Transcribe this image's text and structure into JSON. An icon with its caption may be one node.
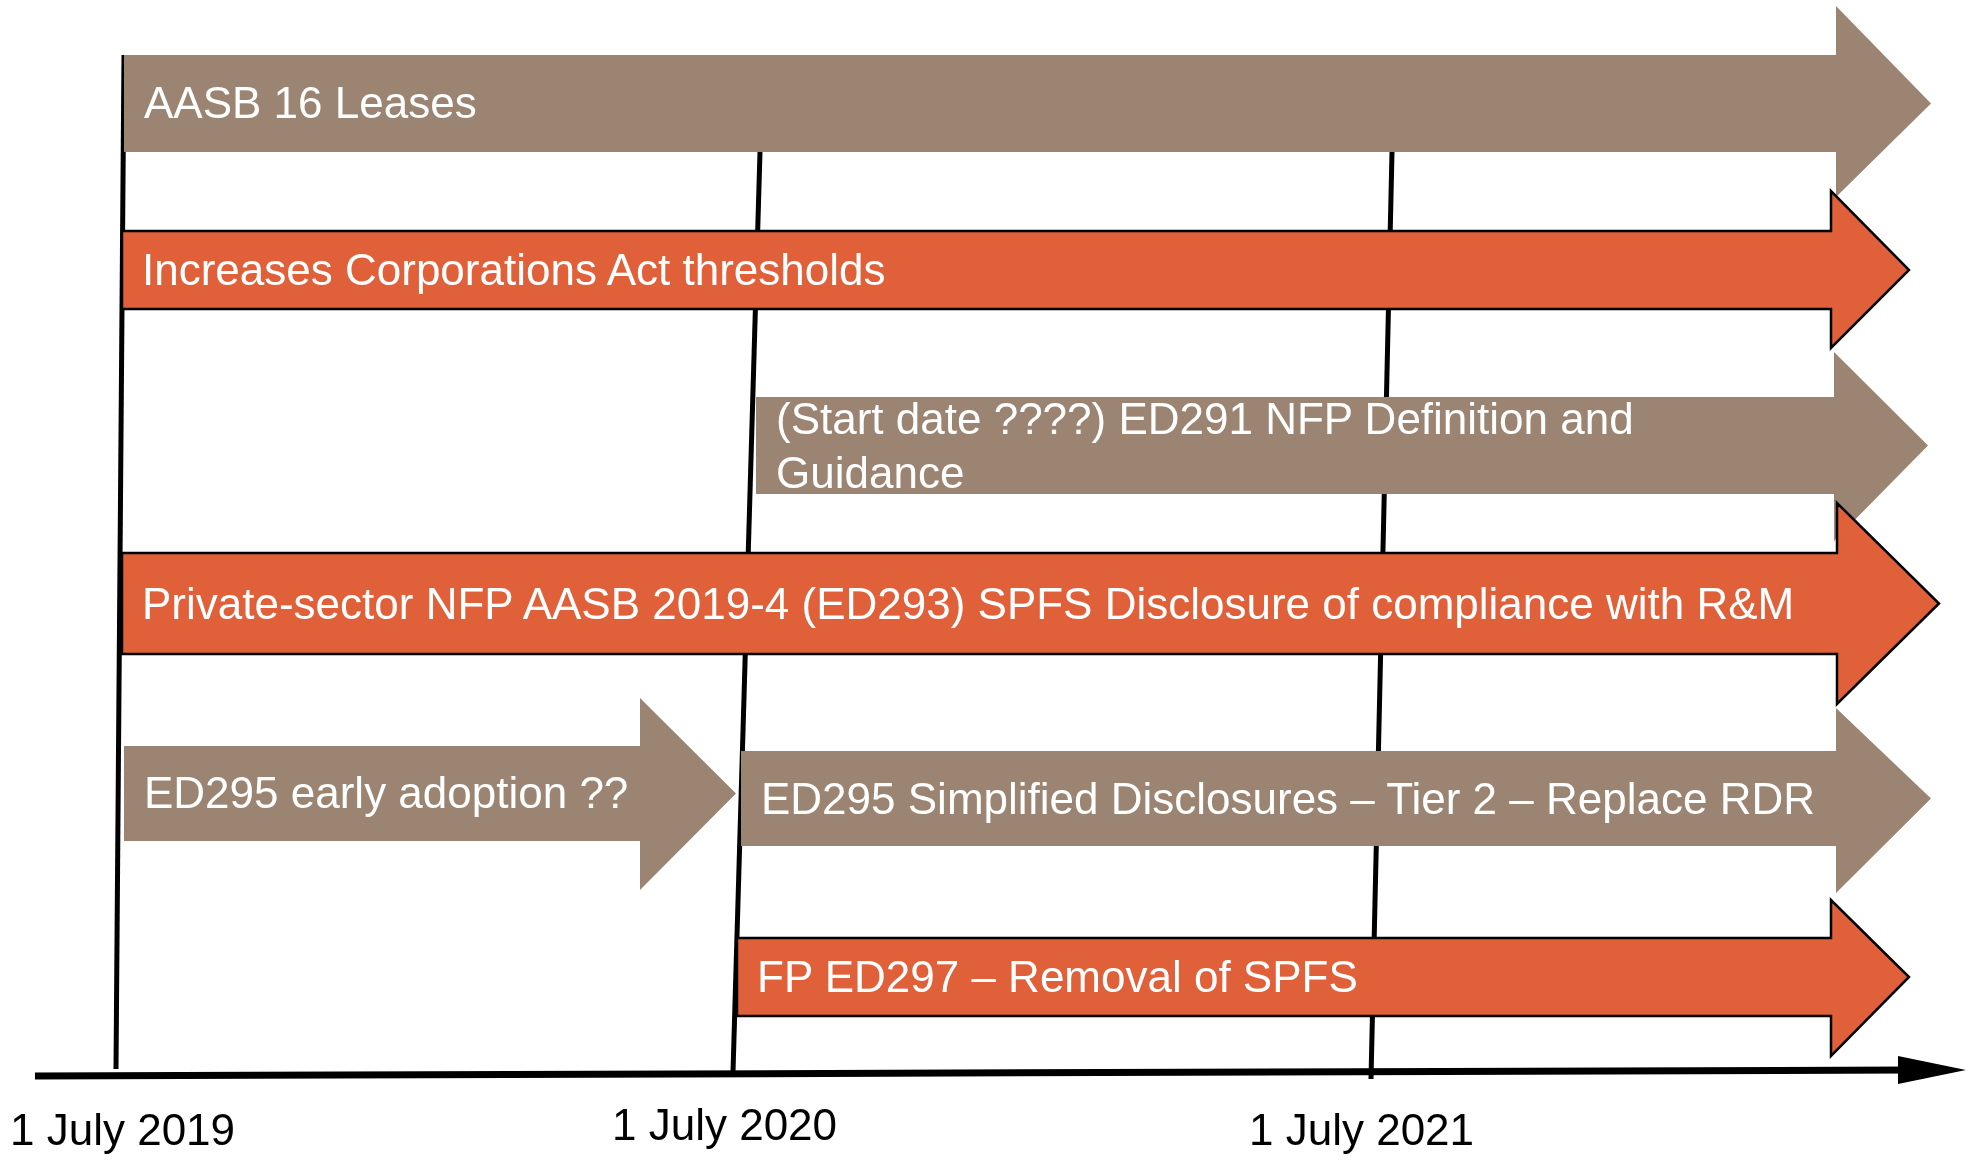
{
  "diagram": {
    "nodes": [
      {
        "text": [
          "AASB 16 Leases"
        ]
      },
      {
        "text": [
          "Increases Corporations Act thresholds"
        ]
      },
      {
        "text": [
          "(Start date ????) ED291 NFP Definition and Guidance"
        ]
      },
      {
        "text": [
          "Private-sector NFP AASB 2019-4 (ED293) SPFS Disclosure of compliance with R&M"
        ]
      },
      {
        "text": [
          "ED295 early adoption ??"
        ]
      },
      {
        "text": [
          "ED295 Simplified Disclosures – Tier 2 – Replace RDR"
        ]
      },
      {
        "text": [
          "FP ED297 – Removal of SPFS"
        ]
      }
    ],
    "edges": [],
    "labels": [
      "1 July 2019",
      "1 July 2020",
      "1 July 2021"
    ]
  }
}
